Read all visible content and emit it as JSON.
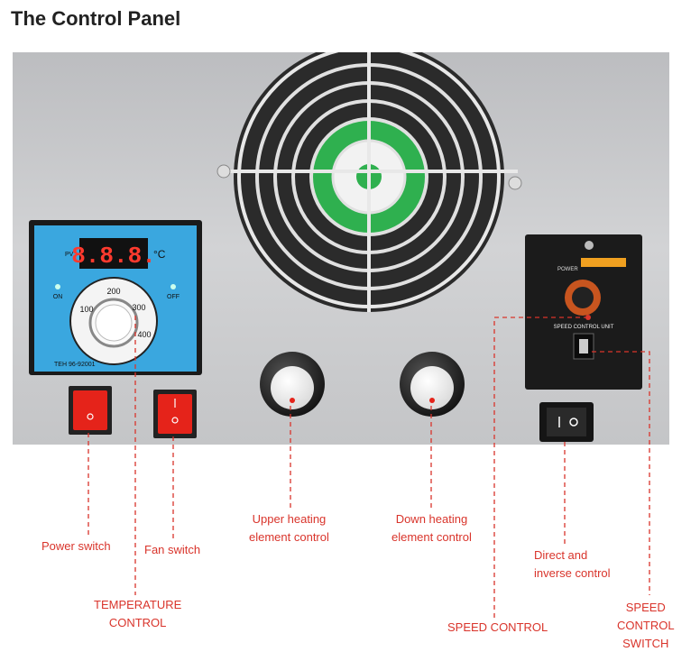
{
  "title": "The Control Panel",
  "controller": {
    "readout": "8.8.8.",
    "unit": "°C",
    "pv": "PV",
    "on": "ON",
    "off": "OFF",
    "brand": "TEH 96-92001",
    "dial_ticks": [
      "100",
      "200",
      "300",
      "400"
    ]
  },
  "speed_unit": {
    "label": "SPEED CONTROL UNIT",
    "power": "POWER"
  },
  "labels": {
    "power_switch": "Power switch",
    "fan_switch": "Fan switch",
    "temperature_control": [
      "TEMPERATURE",
      "CONTROL"
    ],
    "upper_heating": [
      "Upper heating",
      "element control"
    ],
    "down_heating": [
      "Down heating",
      "element control"
    ],
    "direct_inverse": [
      "Direct and",
      "inverse control"
    ],
    "speed_control": "SPEED CONTROL",
    "speed_control_switch": [
      "SPEED",
      "CONTROL",
      "SWITCH"
    ]
  },
  "colors": {
    "accent_red": "#d9342b",
    "panel_grey": "#c8c9cb",
    "controller_blue": "#3aa7df",
    "fan_green": "#2fb04f"
  }
}
